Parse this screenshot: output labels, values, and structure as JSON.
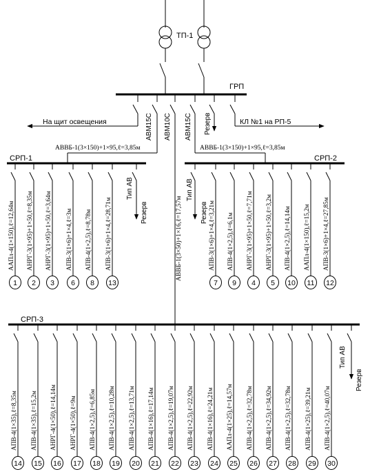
{
  "labels": {
    "tp": "ТП-1",
    "grp": "ГРП",
    "lighting": "На щит освещения",
    "kl": "КЛ №1 на РП-5",
    "reserve": "Резерв",
    "type_av": "Тип АВ",
    "avm15_left": "АВМ15С",
    "avm10": "АВМ10С",
    "avm15_right": "АВМ15С",
    "feeder_left": "АВВБ-1(3×150)+1×95,ℓ=3,85м",
    "feeder_right": "АВВБ-1(3×150)+1×95,ℓ=3,85м",
    "feeder_mid": "АВВБ-1(3×50)+1×16,ℓ=17,57м"
  },
  "srp1": {
    "name": "СРП-1",
    "cables": [
      {
        "label": "ААПл-4(1×150),ℓ=12,64м",
        "num": "1"
      },
      {
        "label": "АНРГ-3(1×95)+1×50,ℓ=8,35м",
        "num": "2"
      },
      {
        "label": "АНРГ-3(1×95)+1×50,ℓ=3,64м",
        "num": "3"
      },
      {
        "label": "АПВ-3(1×6)+1×4,ℓ=3м",
        "num": "6"
      },
      {
        "label": "АПВ-4(1×2,5),ℓ=8,78м",
        "num": "8"
      },
      {
        "label": "АПВ-3(1×6)+1×4,ℓ=28,71м",
        "num": "13"
      }
    ]
  },
  "srp2": {
    "name": "СРП-2",
    "cables": [
      {
        "label": "АПВ-3(1×6)+1×4,ℓ=3,21м",
        "num": "7"
      },
      {
        "label": "АПВ-4(1×2,5),ℓ=6,1м",
        "num": "9"
      },
      {
        "label": "АНРГ-3(1×95)+1×50,ℓ=7,71м",
        "num": "4"
      },
      {
        "label": "АНРГ-3(1×95)+1×50,ℓ=3,2м",
        "num": "5"
      },
      {
        "label": "АПВ-4(1×2,5),ℓ=14,14м",
        "num": "10"
      },
      {
        "label": "ААПл-4(1×150),ℓ=15,2м",
        "num": "11"
      },
      {
        "label": "АПВ-3(1×6)+1×4,ℓ=27,85м",
        "num": "12"
      }
    ]
  },
  "srp3": {
    "name": "СРП-3",
    "cables": [
      {
        "label": "АПВ-4(1×35),ℓ=8,35м",
        "num": "14"
      },
      {
        "label": "АПВ-4(1×35),ℓ=15,2м",
        "num": "15"
      },
      {
        "label": "АНРГ-4(1×50),ℓ=14,14м",
        "num": "16"
      },
      {
        "label": "АНРГ-4(1×50),ℓ=9м",
        "num": "17"
      },
      {
        "label": "АПВ-4(1×2,5),ℓ=6,85м",
        "num": "18"
      },
      {
        "label": "АПВ-4(1×2,5),ℓ=10,28м",
        "num": "19"
      },
      {
        "label": "АПВ-4(1×2,5),ℓ=13,71м",
        "num": "20"
      },
      {
        "label": "АПВ-4(1×16),ℓ=17,14м",
        "num": "21"
      },
      {
        "label": "АПВ-4(1×2,5),ℓ=19,07м",
        "num": "22"
      },
      {
        "label": "АПВ-4(1×2,5),ℓ=22,92м",
        "num": "23"
      },
      {
        "label": "АПВ-4(1×16),ℓ=24,21м",
        "num": "24"
      },
      {
        "label": "ААПл-4(1×25),ℓ=14,57м",
        "num": "25"
      },
      {
        "label": "АПВ-4(1×2,5),ℓ=32,78м",
        "num": "26"
      },
      {
        "label": "АПВ-4(1×2,5),ℓ=34,92м",
        "num": "27"
      },
      {
        "label": "АПВ-4(1×2,5),ℓ=32,78м",
        "num": "28"
      },
      {
        "label": "АПВ-4(1×25),ℓ=39,21м",
        "num": "29"
      },
      {
        "label": "АПВ-4(1×2,5),ℓ=40,07м",
        "num": "30"
      }
    ]
  }
}
